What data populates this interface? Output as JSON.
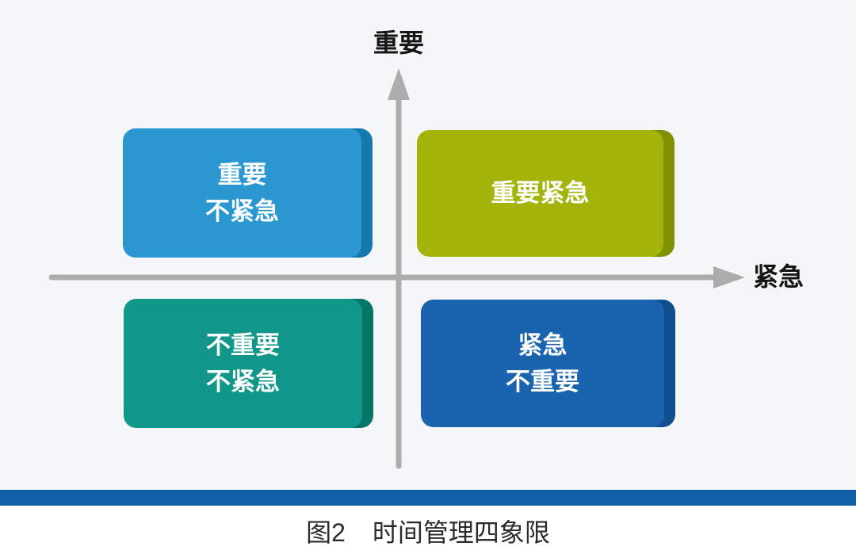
{
  "figure": {
    "axes": {
      "y_label": "重要",
      "x_label": "紧急"
    },
    "quadrants": {
      "top_left": {
        "name": "important-not-urgent",
        "line1": "重要",
        "line2": "不紧急"
      },
      "top_right": {
        "name": "important-urgent",
        "line1": "重要紧急"
      },
      "bottom_left": {
        "name": "not-important-not-urgent",
        "line1": "不重要",
        "line2": "不紧急"
      },
      "bottom_right": {
        "name": "urgent-not-important",
        "line1": "紧急",
        "line2": "不重要"
      }
    },
    "caption": {
      "prefix": "图2",
      "title": "时间管理四象限"
    },
    "colors": {
      "background": "#F5F6F7",
      "axis_gray": "#ACACAC",
      "label_text": "#151515",
      "quadrant_text": "#FFFFFF",
      "top_left_face": "#2A97D0",
      "top_left_edge": "#1679AE",
      "top_right_face": "#A3B309",
      "top_right_edge": "#7F9103",
      "bottom_left_face": "#10978A",
      "bottom_left_edge": "#047569",
      "bottom_right_face": "#1A63AE",
      "bottom_right_edge": "#114E8E",
      "bottom_bar": "#1261A8",
      "caption_text": "#2B2B2B"
    }
  }
}
